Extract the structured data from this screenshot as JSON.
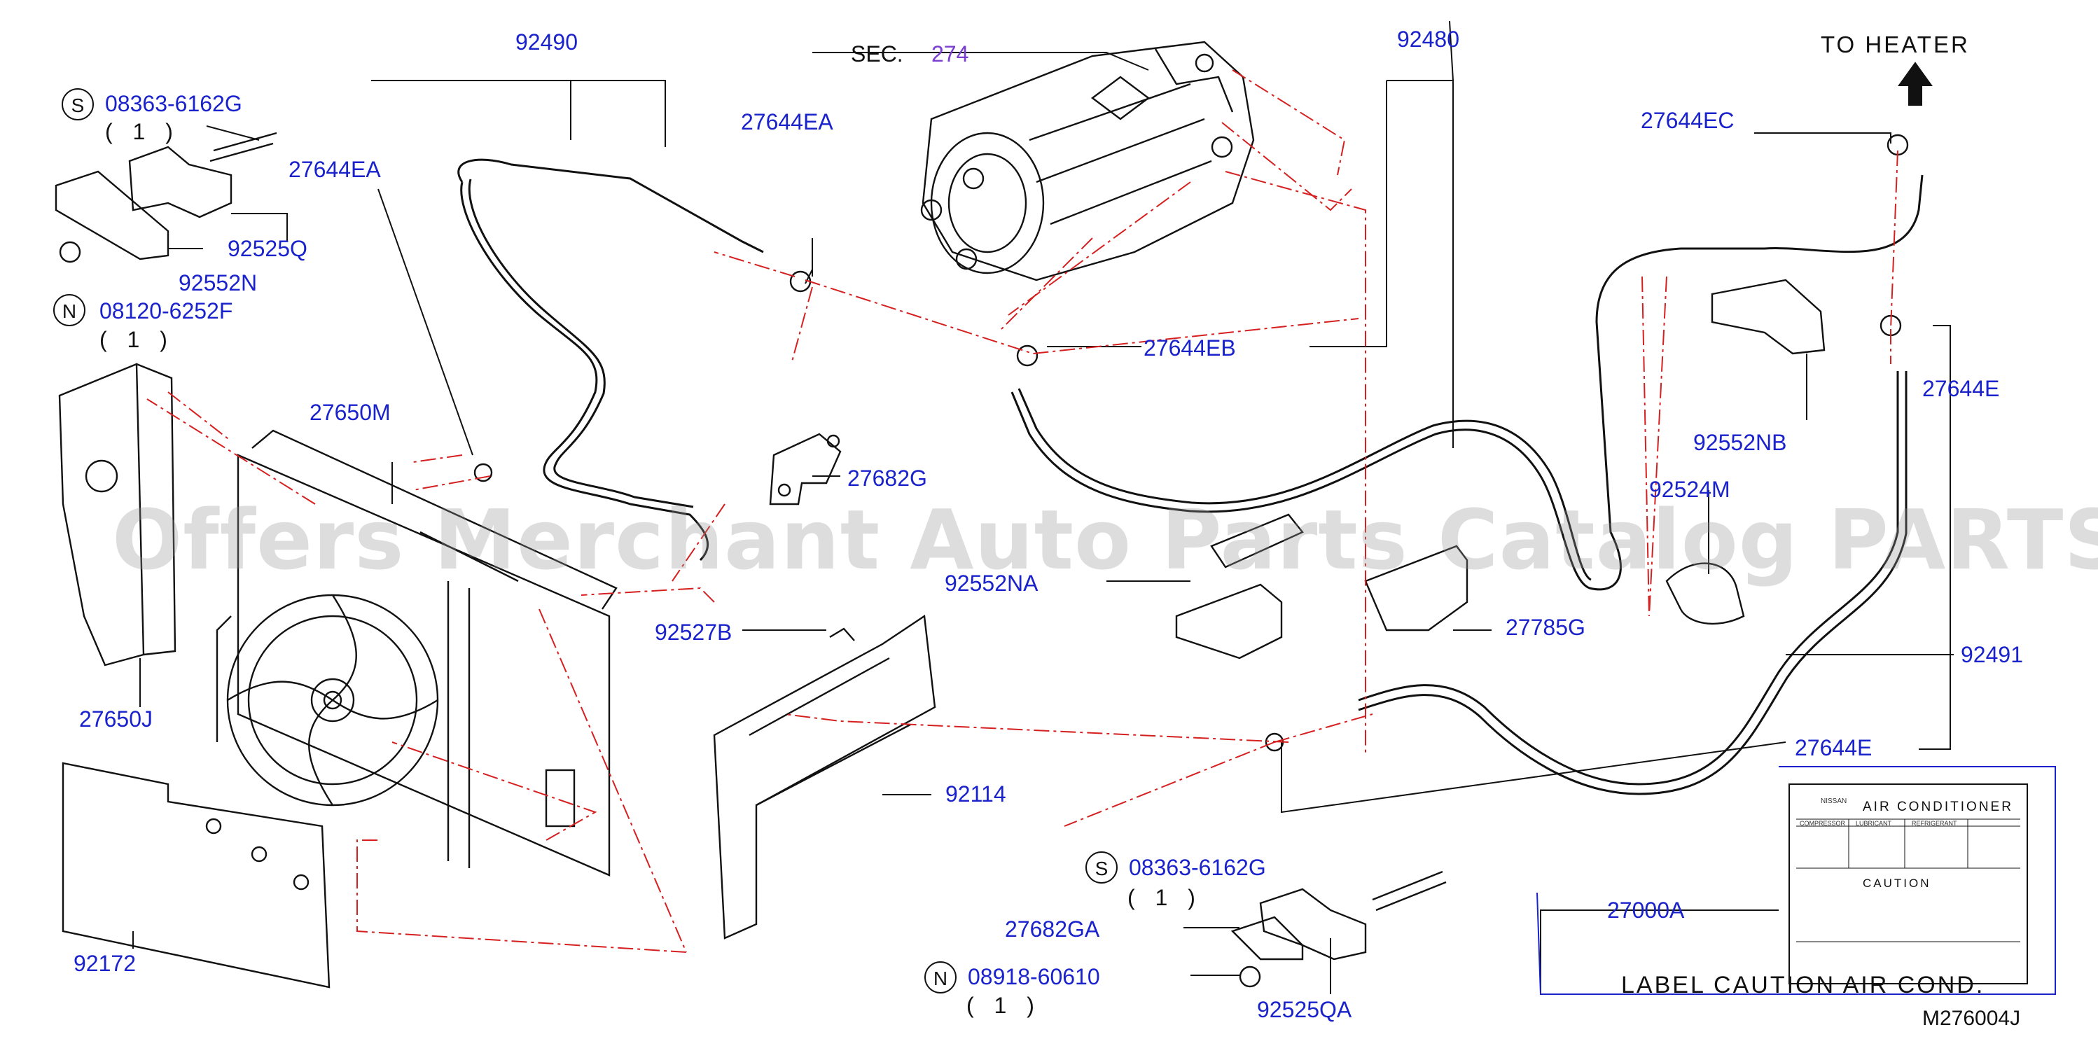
{
  "diagram_code": "M276004J",
  "watermark": "Offers Merchant Auto Parts Catalog PARTSTORE.SA",
  "section_ref": {
    "prefix": "SEC.",
    "number": "274"
  },
  "to_heater": "TO HEATER",
  "parts": {
    "p92490": "92490",
    "p92480": "92480",
    "p27644EA_left": "27644EA",
    "p27644EA_right": "27644EA",
    "p27644EC": "27644EC",
    "p27644EB": "27644EB",
    "p27644E_upper": "27644E",
    "p27644E_lower": "27644E",
    "p92525Q": "92525Q",
    "p92552N": "92552N",
    "p27650M": "27650M",
    "p27682G": "27682G",
    "p92552NB": "92552NB",
    "p92524M": "92524M",
    "p92552NA": "92552NA",
    "p27785G": "27785G",
    "p92527B": "92527B",
    "p92491": "92491",
    "p27650J": "27650J",
    "p92114": "92114",
    "p27000A": "27000A",
    "p92172": "92172",
    "p27682GA": "27682GA",
    "p92525QA": "92525QA"
  },
  "fasteners": {
    "f1": {
      "mark": "S",
      "part": "08363-6162G",
      "qty": "( 1 )"
    },
    "f2": {
      "mark": "N",
      "part": "08120-6252F",
      "qty": "( 1 )"
    },
    "f3": {
      "mark": "S",
      "part": "08363-6162G",
      "qty": "( 1 )"
    },
    "f4": {
      "mark": "N",
      "part": "08918-60610",
      "qty": "( 1 )"
    }
  },
  "label_panel": {
    "caption": "LABEL CAUTION AIR COND.",
    "brand": "NISSAN",
    "title": "AIR CONDITIONER",
    "col_compressor": "COMPRESSOR",
    "col_lubricant": "LUBRICANT",
    "col_refrigerant": "REFRIGERANT",
    "caution": "CAUTION"
  },
  "colors": {
    "label_blue": "#1a22cc",
    "section_purple": "#7a3fd0",
    "chain_red": "#d62020",
    "line": "#111111"
  }
}
